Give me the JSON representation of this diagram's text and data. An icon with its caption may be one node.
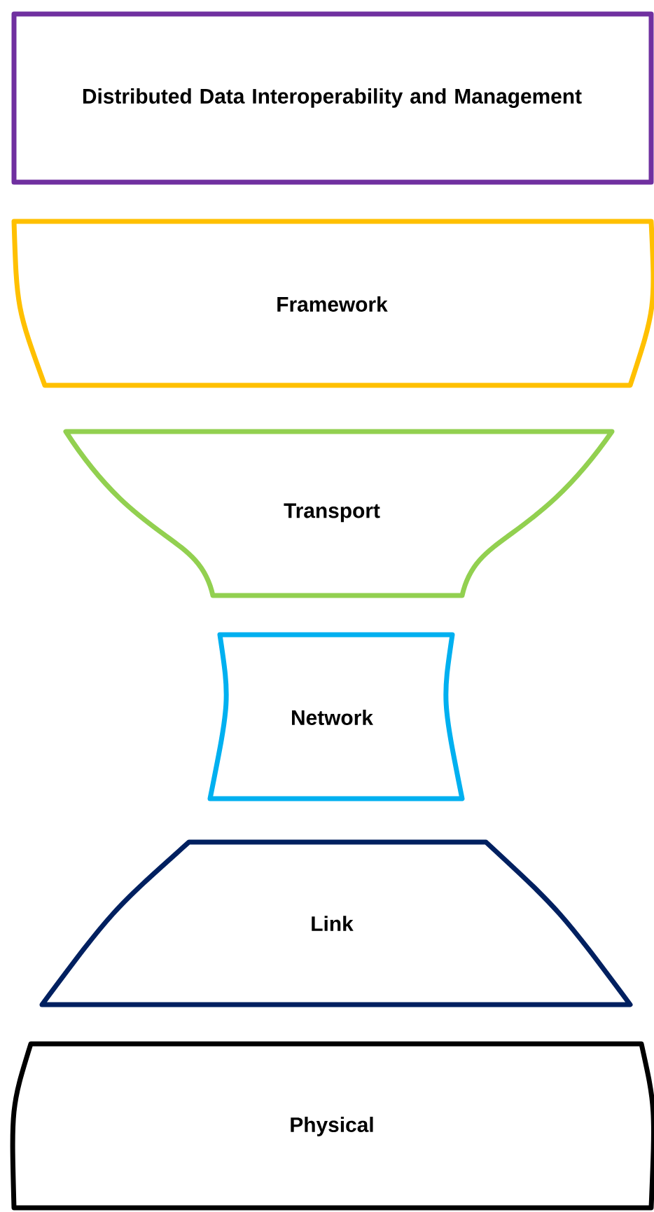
{
  "diagram": {
    "nodes": [
      {
        "text": [
          "Distributed Data Interoperability and Management"
        ]
      },
      {
        "text": [
          "Framework"
        ]
      },
      {
        "text": [
          "Transport"
        ]
      },
      {
        "text": [
          "Network"
        ]
      },
      {
        "text": [
          "Link"
        ]
      },
      {
        "text": [
          "Physical"
        ]
      }
    ]
  }
}
